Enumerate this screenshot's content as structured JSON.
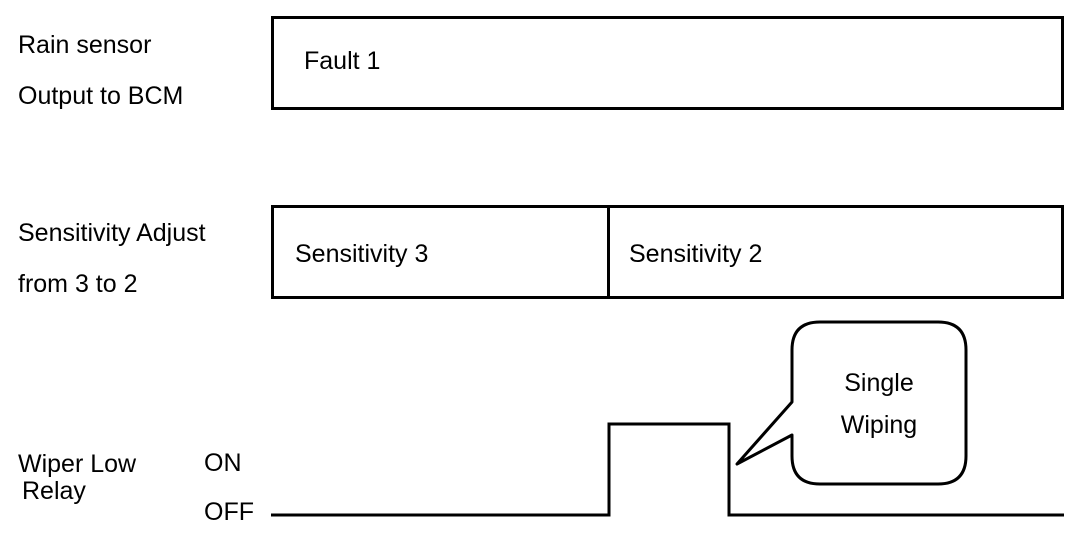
{
  "rows": {
    "rain_sensor": {
      "label_line1": "Rain sensor",
      "label_line2": "Output to BCM",
      "segments": [
        {
          "label": "Fault 1"
        }
      ]
    },
    "sensitivity": {
      "label_line1": "Sensitivity Adjust",
      "label_line2": "from 3 to 2",
      "segments": [
        {
          "label": "Sensitivity 3"
        },
        {
          "label": "Sensitivity 2"
        }
      ]
    },
    "wiper": {
      "label_line1": "Wiper Low",
      "label_line2": "Relay",
      "state_on": "ON",
      "state_off": "OFF"
    }
  },
  "callout": {
    "line1": "Single",
    "line2": "Wiping"
  },
  "colors": {
    "line": "#000000",
    "background": "#ffffff"
  }
}
